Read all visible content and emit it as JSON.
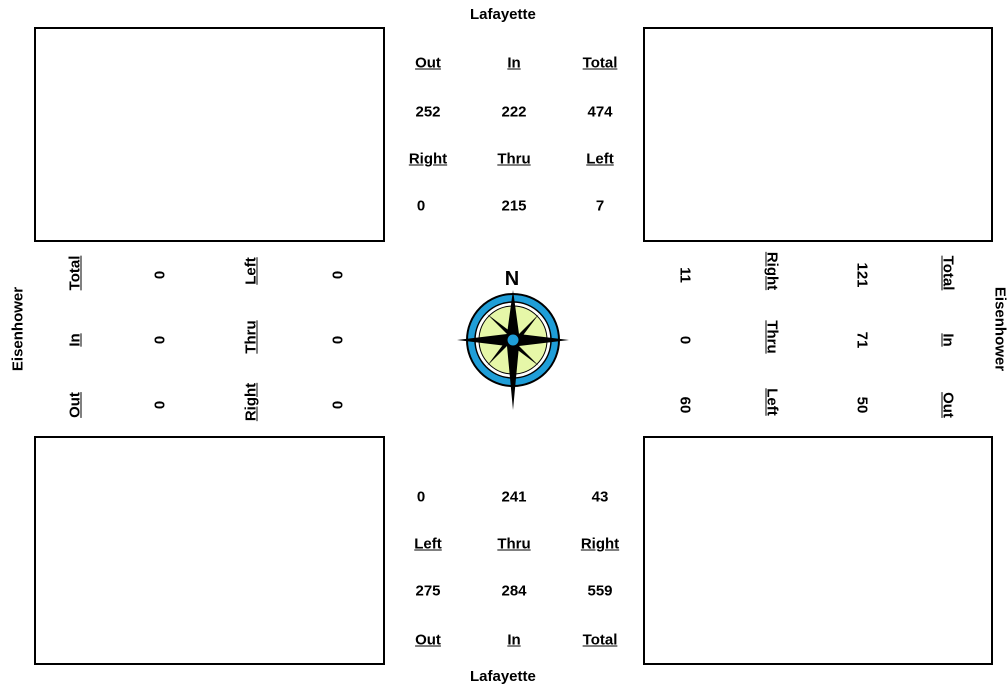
{
  "streets": {
    "north": "Lafayette",
    "south": "Lafayette",
    "west": "Eisenhower",
    "east": "Eisenhower"
  },
  "north": {
    "headers": [
      "Out",
      "In",
      "Total"
    ],
    "volumes": [
      "252",
      "222",
      "474"
    ],
    "move_headers": [
      "Right",
      "Thru",
      "Left"
    ],
    "move_values": [
      "0",
      "215",
      "7"
    ]
  },
  "south": {
    "move_values": [
      "0",
      "241",
      "43"
    ],
    "move_headers": [
      "Left",
      "Thru",
      "Right"
    ],
    "volumes": [
      "275",
      "284",
      "559"
    ],
    "headers": [
      "Out",
      "In",
      "Total"
    ]
  },
  "west": {
    "headers": [
      "Total",
      "In",
      "Out"
    ],
    "volumes": [
      "0",
      "0",
      "0"
    ],
    "move_headers": [
      "Left",
      "Thru",
      "Right"
    ],
    "move_values": [
      "0",
      "0",
      "0"
    ]
  },
  "east": {
    "move_values": [
      "11",
      "0",
      "60"
    ],
    "move_headers": [
      "Right",
      "Thru",
      "Left"
    ],
    "volumes": [
      "121",
      "71",
      "50"
    ],
    "headers": [
      "Total",
      "In",
      "Out"
    ]
  },
  "compass": {
    "label": "N",
    "ring_outer_color": "#1f9ed8",
    "ring_inner_color": "#e6f7a8"
  }
}
